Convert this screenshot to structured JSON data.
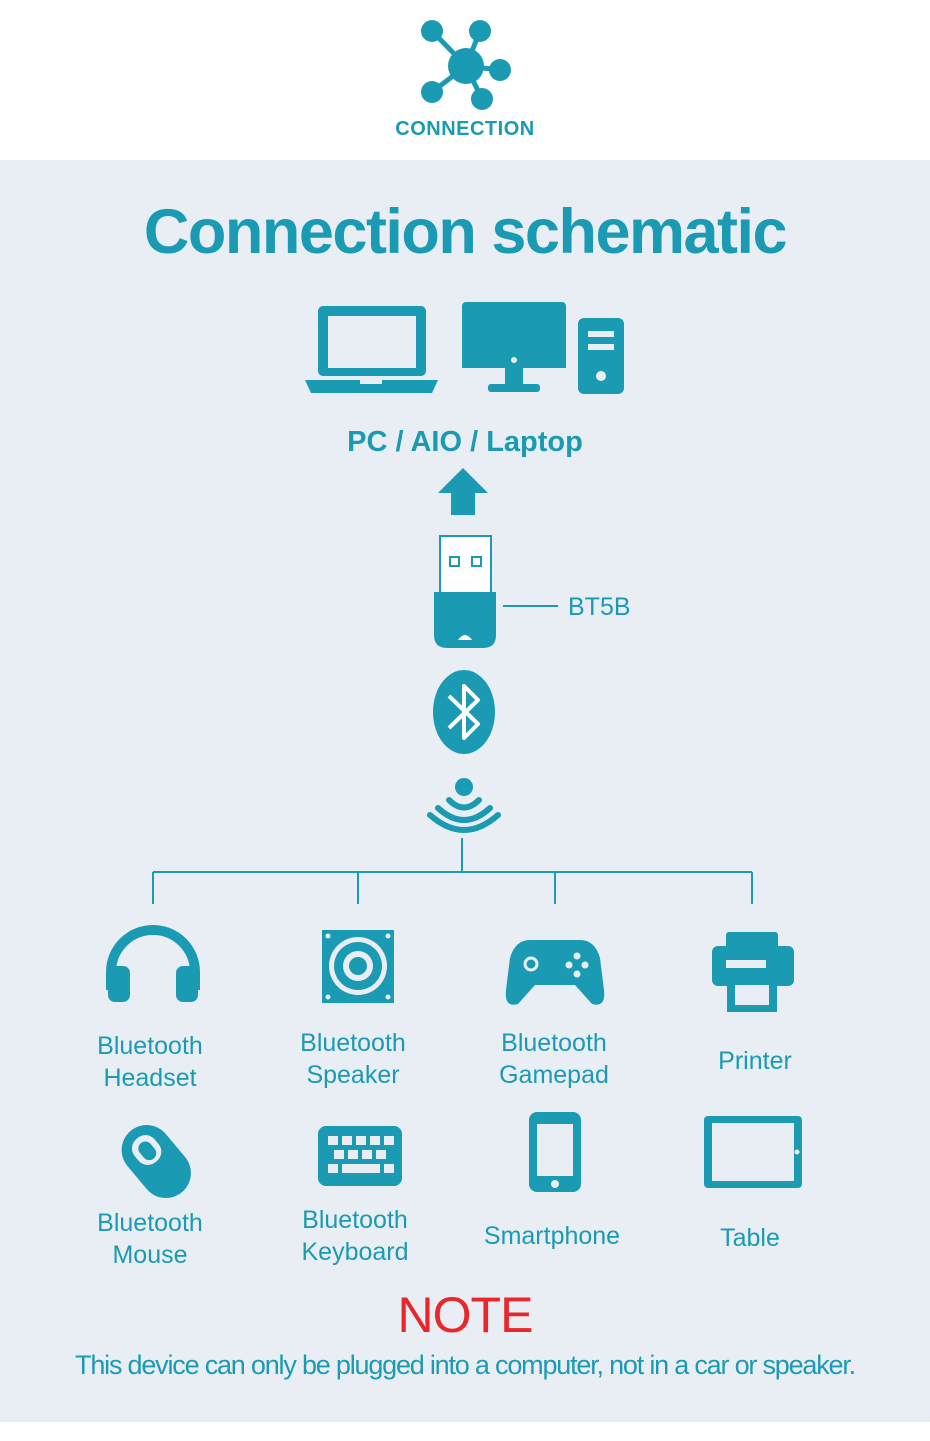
{
  "header": {
    "label": "CONNECTION"
  },
  "title": "Connection schematic",
  "host_label": "PC / AIO / Laptop",
  "adapter_label": "BT5B",
  "devices": [
    {
      "line1": "Bluetooth",
      "line2": "Headset",
      "icon": "headset-icon"
    },
    {
      "line1": "Bluetooth",
      "line2": "Speaker",
      "icon": "speaker-icon"
    },
    {
      "line1": "Bluetooth",
      "line2": "Gamepad",
      "icon": "gamepad-icon"
    },
    {
      "line1": "Printer",
      "line2": "",
      "icon": "printer-icon"
    },
    {
      "line1": "Bluetooth",
      "line2": "Mouse",
      "icon": "mouse-icon"
    },
    {
      "line1": "Bluetooth",
      "line2": "Keyboard",
      "icon": "keyboard-icon"
    },
    {
      "line1": "Smartphone",
      "line2": "",
      "icon": "smartphone-icon"
    },
    {
      "line1": "Table",
      "line2": "",
      "icon": "tablet-icon"
    }
  ],
  "note": {
    "title": "NOTE",
    "text": "This device can only be plugged into a computer, not in a car or speaker."
  },
  "colors": {
    "accent": "#1a9bb3",
    "panel": "#e9eef4",
    "note": "#e8262b"
  }
}
